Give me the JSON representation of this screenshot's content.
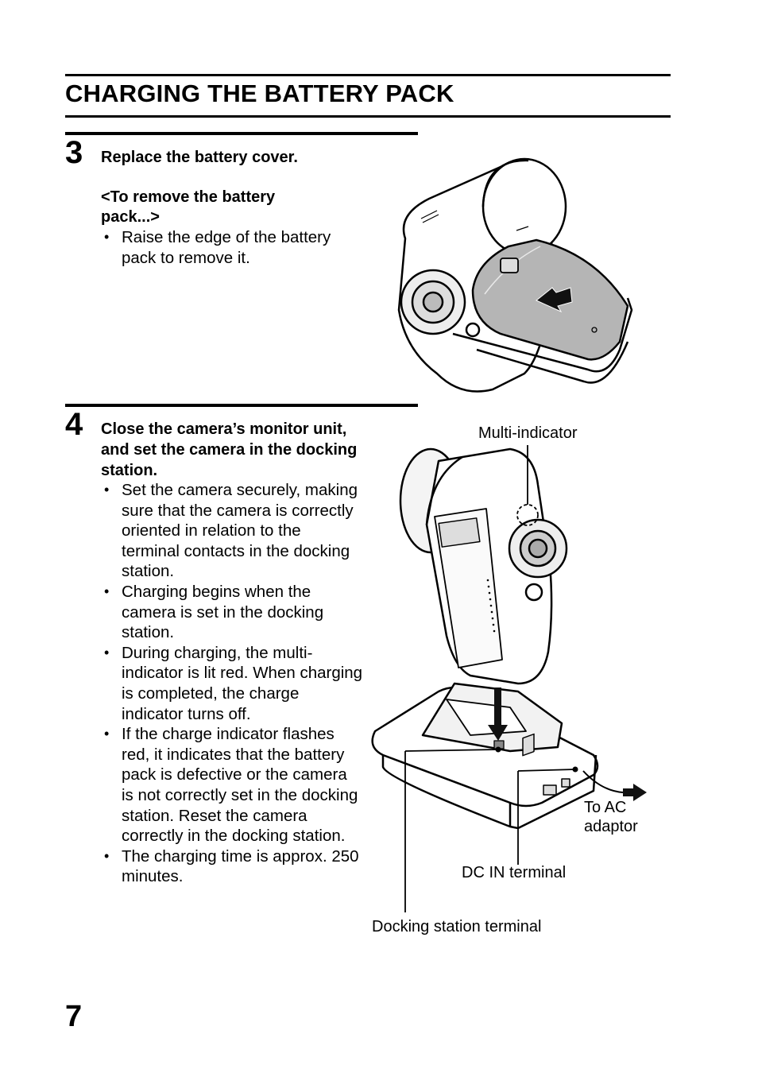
{
  "page": {
    "title": "CHARGING THE BATTERY PACK",
    "page_number": "7"
  },
  "step3": {
    "number": "3",
    "heading": "Replace the battery cover.",
    "subheading": "<To remove the battery pack...>",
    "bullets": [
      "Raise the edge of the battery pack to remove it."
    ]
  },
  "step4": {
    "number": "4",
    "heading": "Close the camera’s monitor unit, and set the camera in the docking station.",
    "bullets": [
      "Set the camera securely, making sure that the camera is correctly oriented in relation to the terminal contacts in the docking station.",
      "Charging begins when the camera is set in the docking station.",
      "During charging, the multi-indicator is lit red. When charging is completed, the charge indicator turns off.",
      "If the charge indicator flashes red, it indicates that the battery pack is defective or the camera is not correctly set in the docking station. Reset the camera correctly in the docking station.",
      "The charging time is approx. 250 minutes."
    ]
  },
  "figure4": {
    "labels": {
      "multi_indicator": "Multi-indicator",
      "to_ac_adaptor": "To AC adaptor",
      "dc_in_terminal": "DC IN terminal",
      "docking_station_terminal": "Docking station terminal"
    }
  }
}
